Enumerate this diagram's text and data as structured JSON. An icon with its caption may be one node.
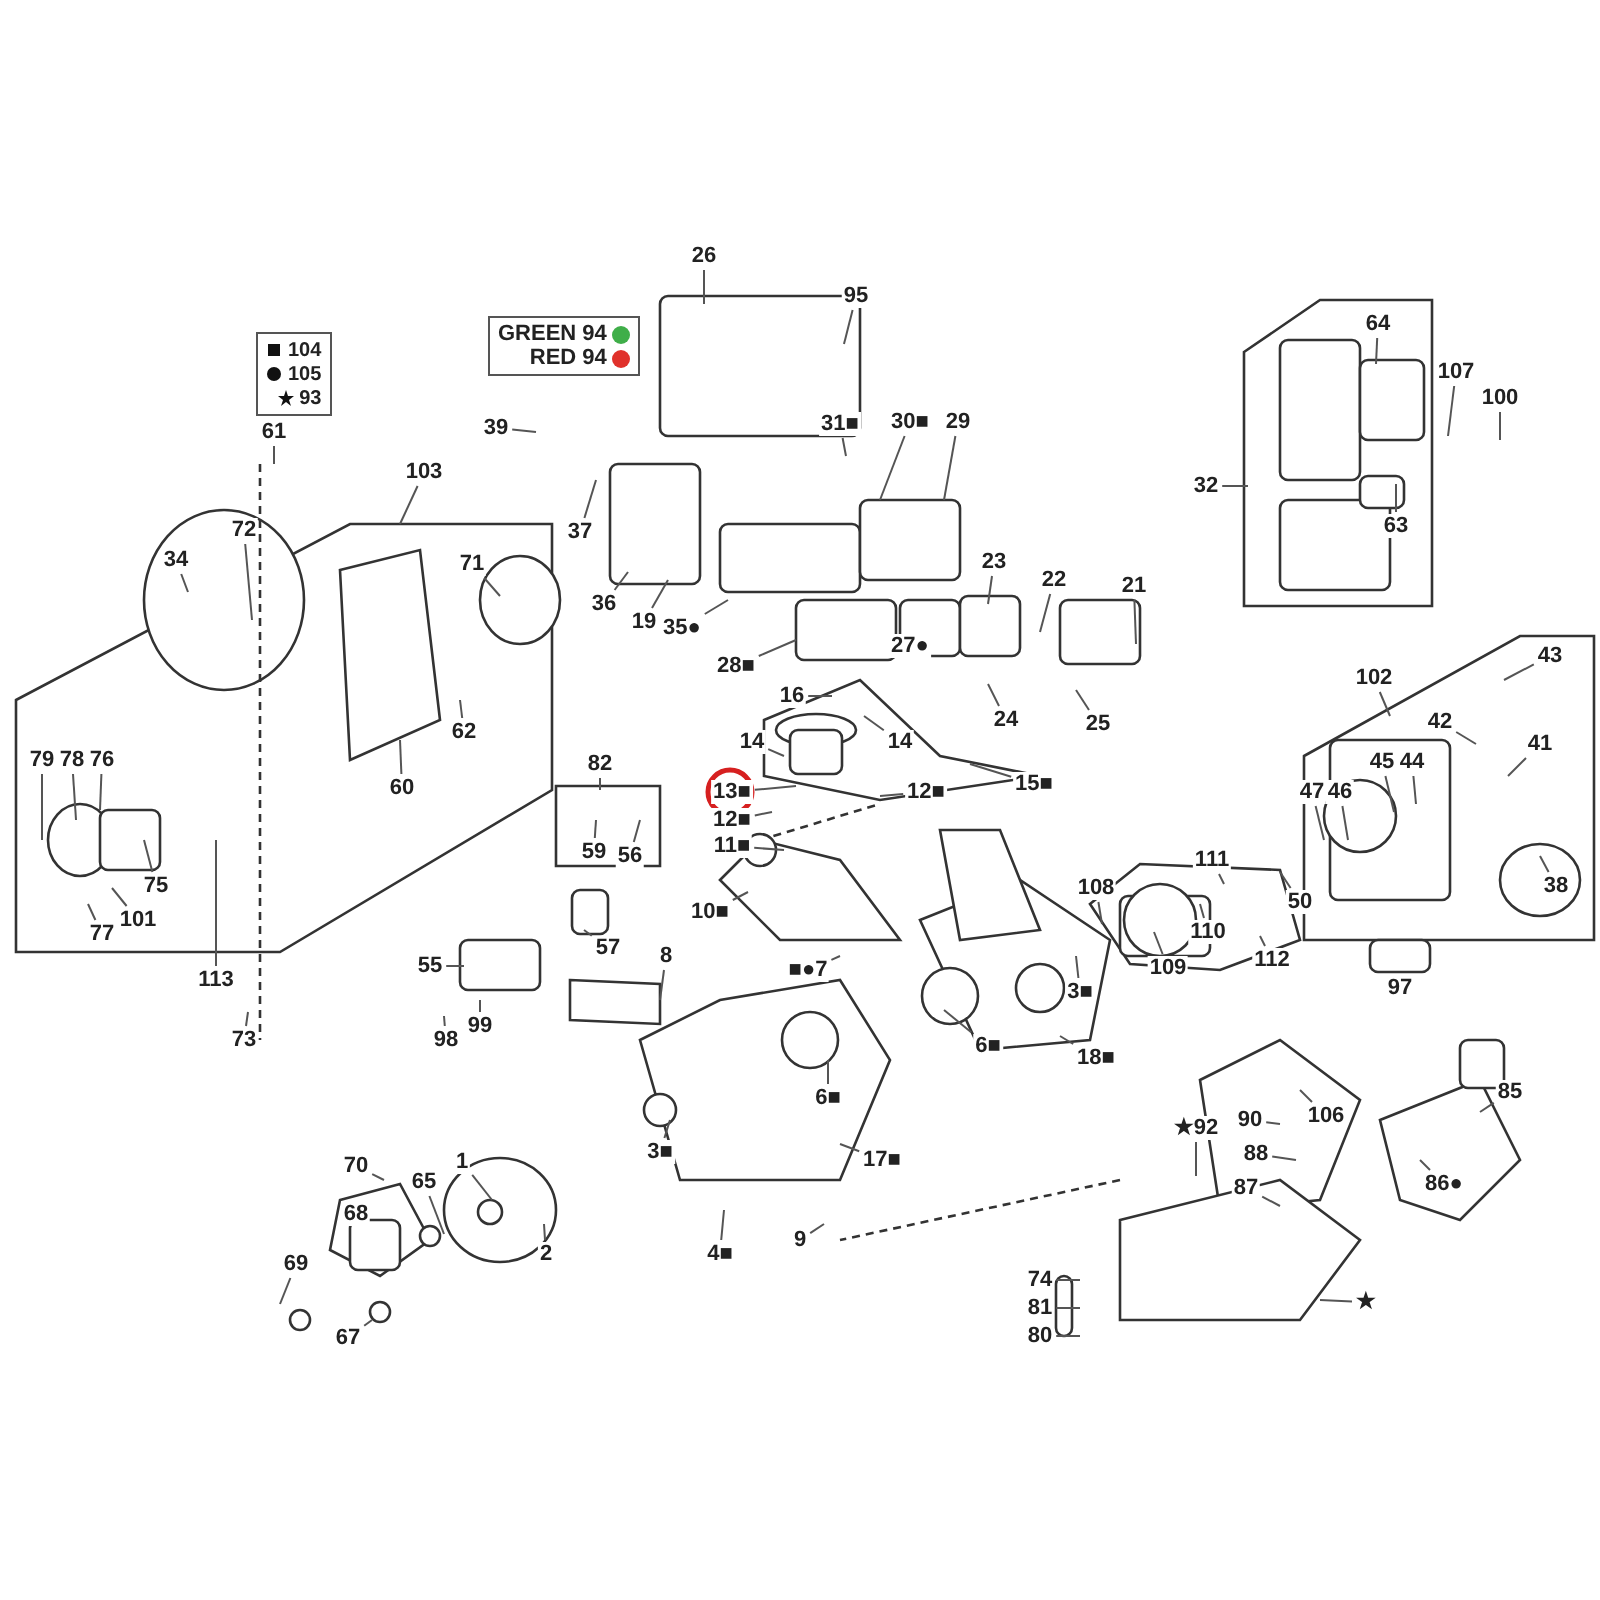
{
  "diagram": {
    "nodes": [
      {
        "text": [
          "26"
        ]
      },
      {
        "text": [
          "95"
        ]
      },
      {
        "text": [
          "61"
        ]
      },
      {
        "text": [
          "39"
        ]
      },
      {
        "text": [
          "103"
        ]
      },
      {
        "text": [
          "31■"
        ]
      },
      {
        "text": [
          "30■"
        ]
      },
      {
        "text": [
          "29"
        ]
      },
      {
        "text": [
          "64"
        ]
      },
      {
        "text": [
          "107"
        ]
      },
      {
        "text": [
          "100"
        ]
      },
      {
        "text": [
          "32"
        ]
      },
      {
        "text": [
          "63"
        ]
      },
      {
        "text": [
          "37"
        ]
      },
      {
        "text": [
          "72"
        ]
      },
      {
        "text": [
          "71"
        ]
      },
      {
        "text": [
          "34"
        ]
      },
      {
        "text": [
          "36"
        ]
      },
      {
        "text": [
          "19"
        ]
      },
      {
        "text": [
          "35●"
        ]
      },
      {
        "text": [
          "23"
        ]
      },
      {
        "text": [
          "22"
        ]
      },
      {
        "text": [
          "21"
        ]
      },
      {
        "text": [
          "27●"
        ]
      },
      {
        "text": [
          "28■"
        ]
      },
      {
        "text": [
          "16"
        ]
      },
      {
        "text": [
          "24"
        ]
      },
      {
        "text": [
          "25"
        ]
      },
      {
        "text": [
          "102"
        ]
      },
      {
        "text": [
          "43"
        ]
      },
      {
        "text": [
          "42"
        ]
      },
      {
        "text": [
          "41"
        ]
      },
      {
        "text": [
          "14"
        ]
      },
      {
        "text": [
          "14"
        ]
      },
      {
        "text": [
          "45"
        ]
      },
      {
        "text": [
          "44"
        ]
      },
      {
        "text": [
          "47"
        ]
      },
      {
        "text": [
          "46"
        ]
      },
      {
        "text": [
          "15■"
        ]
      },
      {
        "text": [
          "82"
        ]
      },
      {
        "text": [
          "13■"
        ]
      },
      {
        "text": [
          "12■"
        ]
      },
      {
        "text": [
          "12■"
        ]
      },
      {
        "text": [
          "11■"
        ]
      },
      {
        "text": [
          "59"
        ]
      },
      {
        "text": [
          "56"
        ]
      },
      {
        "text": [
          "79"
        ]
      },
      {
        "text": [
          "78"
        ]
      },
      {
        "text": [
          "76"
        ]
      },
      {
        "text": [
          "75"
        ]
      },
      {
        "text": [
          "101"
        ]
      },
      {
        "text": [
          "77"
        ]
      },
      {
        "text": [
          "60"
        ]
      },
      {
        "text": [
          "62"
        ]
      },
      {
        "text": [
          "111"
        ]
      },
      {
        "text": [
          "38"
        ]
      },
      {
        "text": [
          "50"
        ]
      },
      {
        "text": [
          "10■"
        ]
      },
      {
        "text": [
          "108"
        ]
      },
      {
        "text": [
          "109"
        ]
      },
      {
        "text": [
          "110"
        ]
      },
      {
        "text": [
          "112"
        ]
      },
      {
        "text": [
          "57"
        ]
      },
      {
        "text": [
          "55"
        ]
      },
      {
        "text": [
          "8"
        ]
      },
      {
        "text": [
          "■●7"
        ]
      },
      {
        "text": [
          "97"
        ]
      },
      {
        "text": [
          "3■"
        ]
      },
      {
        "text": [
          "113"
        ]
      },
      {
        "text": [
          "98"
        ]
      },
      {
        "text": [
          "99"
        ]
      },
      {
        "text": [
          "73"
        ]
      },
      {
        "text": [
          "6■"
        ]
      },
      {
        "text": [
          "18■"
        ]
      },
      {
        "text": [
          "6■"
        ]
      },
      {
        "text": [
          "3■"
        ]
      },
      {
        "text": [
          "17■"
        ]
      },
      {
        "text": [
          "★92"
        ]
      },
      {
        "text": [
          "90"
        ]
      },
      {
        "text": [
          "106"
        ]
      },
      {
        "text": [
          "85"
        ]
      },
      {
        "text": [
          "88"
        ]
      },
      {
        "text": [
          "87"
        ]
      },
      {
        "text": [
          "86●"
        ]
      },
      {
        "text": [
          "70"
        ]
      },
      {
        "text": [
          "1"
        ]
      },
      {
        "text": [
          "65"
        ]
      },
      {
        "text": [
          "68"
        ]
      },
      {
        "text": [
          "2"
        ]
      },
      {
        "text": [
          "4■"
        ]
      },
      {
        "text": [
          "9"
        ]
      },
      {
        "text": [
          "69"
        ]
      },
      {
        "text": [
          "67"
        ]
      },
      {
        "text": [
          "74"
        ]
      },
      {
        "text": [
          "81"
        ]
      },
      {
        "text": [
          "80"
        ]
      },
      {
        "text": [
          "★"
        ]
      }
    ],
    "edges": [
      {
        "from": 0,
        "to": null,
        "arrow": "none"
      },
      {
        "from": 1,
        "to": null,
        "arrow": "none"
      },
      {
        "from": 2,
        "to": null,
        "arrow": "none"
      },
      {
        "from": 3,
        "to": null,
        "arrow": "none"
      },
      {
        "from": 4,
        "to": null,
        "arrow": "none"
      },
      {
        "from": 5,
        "to": null,
        "arrow": "none"
      },
      {
        "from": 6,
        "to": null,
        "arrow": "none"
      },
      {
        "from": 7,
        "to": null,
        "arrow": "none"
      },
      {
        "from": 8,
        "to": null,
        "arrow": "none"
      },
      {
        "from": 9,
        "to": null,
        "arrow": "none"
      },
      {
        "from": 10,
        "to": null,
        "arrow": "none"
      },
      {
        "from": 11,
        "to": null,
        "arrow": "none"
      },
      {
        "from": 12,
        "to": null,
        "arrow": "none"
      },
      {
        "from": 13,
        "to": null,
        "arrow": "none"
      },
      {
        "from": 14,
        "to": null,
        "arrow": "none"
      },
      {
        "from": 15,
        "to": null,
        "arrow": "none"
      },
      {
        "from": 16,
        "to": null,
        "arrow": "none"
      },
      {
        "from": 17,
        "to": null,
        "arrow": "none"
      },
      {
        "from": 18,
        "to": null,
        "arrow": "none"
      },
      {
        "from": 19,
        "to": null,
        "arrow": "none"
      },
      {
        "from": 20,
        "to": null,
        "arrow": "none"
      },
      {
        "from": 21,
        "to": null,
        "arrow": "none"
      },
      {
        "from": 22,
        "to": null,
        "arrow": "none"
      },
      {
        "from": 24,
        "to": null,
        "arrow": "none"
      },
      {
        "from": 25,
        "to": null,
        "arrow": "none"
      },
      {
        "from": 26,
        "to": null,
        "arrow": "none"
      },
      {
        "from": 27,
        "to": null,
        "arrow": "none"
      },
      {
        "from": 28,
        "to": null,
        "arrow": "none"
      },
      {
        "from": 29,
        "to": null,
        "arrow": "none"
      },
      {
        "from": 30,
        "to": null,
        "arrow": "none"
      },
      {
        "from": 31,
        "to": null,
        "arrow": "none"
      },
      {
        "from": 32,
        "to": null,
        "arrow": "none"
      },
      {
        "from": 33,
        "to": null,
        "arrow": "none"
      },
      {
        "from": 34,
        "to": null,
        "arrow": "none"
      },
      {
        "from": 35,
        "to": null,
        "arrow": "none"
      },
      {
        "from": 36,
        "to": null,
        "arrow": "none"
      },
      {
        "from": 37,
        "to": null,
        "arrow": "none"
      },
      {
        "from": 38,
        "to": null,
        "arrow": "none"
      },
      {
        "from": 39,
        "to": null,
        "arrow": "none"
      },
      {
        "from": 40,
        "to": null,
        "arrow": "none"
      },
      {
        "from": 41,
        "to": null,
        "arrow": "none"
      },
      {
        "from": 42,
        "to": null,
        "arrow": "none"
      },
      {
        "from": 43,
        "to": null,
        "arrow": "none"
      },
      {
        "from": 44,
        "to": null,
        "arrow": "none"
      },
      {
        "from": 45,
        "to": null,
        "arrow": "none"
      },
      {
        "from": 46,
        "to": null,
        "arrow": "none"
      },
      {
        "from": 47,
        "to": null,
        "arrow": "none"
      },
      {
        "from": 48,
        "to": null,
        "arrow": "none"
      },
      {
        "from": 49,
        "to": null,
        "arrow": "none"
      },
      {
        "from": 50,
        "to": null,
        "arrow": "none"
      },
      {
        "from": 51,
        "to": null,
        "arrow": "none"
      },
      {
        "from": 52,
        "to": null,
        "arrow": "none"
      },
      {
        "from": 53,
        "to": null,
        "arrow": "none"
      },
      {
        "from": 54,
        "to": null,
        "arrow": "none"
      },
      {
        "from": 55,
        "to": null,
        "arrow": "none"
      },
      {
        "from": 56,
        "to": null,
        "arrow": "none"
      },
      {
        "from": 57,
        "to": null,
        "arrow": "none"
      },
      {
        "from": 58,
        "to": null,
        "arrow": "none"
      },
      {
        "from": 59,
        "to": null,
        "arrow": "none"
      },
      {
        "from": 60,
        "to": null,
        "arrow": "none"
      },
      {
        "from": 61,
        "to": null,
        "arrow": "none"
      },
      {
        "from": 62,
        "to": null,
        "arrow": "none"
      },
      {
        "from": 63,
        "to": null,
        "arrow": "none"
      },
      {
        "from": 64,
        "to": null,
        "arrow": "none"
      },
      {
        "from": 65,
        "to": null,
        "arrow": "none"
      },
      {
        "from": 67,
        "to": null,
        "arrow": "none"
      },
      {
        "from": 68,
        "to": null,
        "arrow": "none"
      },
      {
        "from": 69,
        "to": null,
        "arrow": "none"
      },
      {
        "from": 70,
        "to": null,
        "arrow": "none"
      },
      {
        "from": 71,
        "to": null,
        "arrow": "none"
      },
      {
        "from": 72,
        "to": null,
        "arrow": "none"
      },
      {
        "from": 73,
        "to": null,
        "arrow": "none"
      },
      {
        "from": 74,
        "to": null,
        "arrow": "none"
      },
      {
        "from": 75,
        "to": null,
        "arrow": "none"
      },
      {
        "from": 76,
        "to": null,
        "arrow": "none"
      },
      {
        "from": 77,
        "to": null,
        "arrow": "none"
      },
      {
        "from": 78,
        "to": null,
        "arrow": "none"
      },
      {
        "from": 79,
        "to": null,
        "arrow": "none"
      },
      {
        "from": 80,
        "to": null,
        "arrow": "none"
      },
      {
        "from": 81,
        "to": null,
        "arrow": "none"
      },
      {
        "from": 82,
        "to": null,
        "arrow": "none"
      },
      {
        "from": 83,
        "to": null,
        "arrow": "none"
      },
      {
        "from": 84,
        "to": null,
        "arrow": "none"
      },
      {
        "from": 85,
        "to": null,
        "arrow": "none"
      },
      {
        "from": 86,
        "to": null,
        "arrow": "none"
      },
      {
        "from": 88,
        "to": null,
        "arrow": "none"
      },
      {
        "from": 89,
        "to": null,
        "arrow": "none"
      },
      {
        "from": 90,
        "to": null,
        "arrow": "none"
      },
      {
        "from": 91,
        "to": null,
        "arrow": "none"
      },
      {
        "from": 92,
        "to": null,
        "arrow": "none"
      },
      {
        "from": 93,
        "to": null,
        "arrow": "none"
      },
      {
        "from": 94,
        "to": null,
        "arrow": "none"
      },
      {
        "from": 95,
        "to": null,
        "arrow": "none"
      },
      {
        "from": 96,
        "to": null,
        "arrow": "none"
      }
    ],
    "legend": [
      {
        "text": "104"
      },
      {
        "text": "105"
      },
      {
        "text": "93"
      },
      {
        "text": "GREEN 94",
        "color": "#3fae49"
      },
      {
        "text": "RED 94",
        "color": "#e0312b"
      }
    ]
  }
}
